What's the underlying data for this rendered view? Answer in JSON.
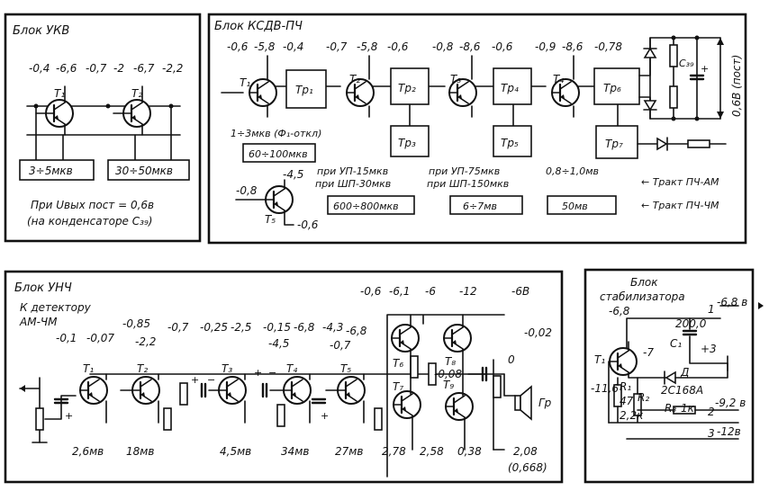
{
  "ukv": {
    "title": "Блок УКВ",
    "t1": {
      "name": "T₁",
      "voltages": [
        "-0,4",
        "-6,6",
        "-0,7"
      ]
    },
    "t2": {
      "name": "T₂",
      "voltages": [
        "-2",
        "-6,7",
        "-2,2"
      ]
    },
    "level1": "3÷5мкв",
    "level2": "30÷50мкв",
    "note1": "При Uвых пост = 0,6в",
    "note2": "(на конденсаторе C₃₉)"
  },
  "ksdv": {
    "title": "Блок КСДВ-ПЧ",
    "transistors": [
      {
        "name": "T₁",
        "voltages": [
          "-0,6",
          "-5,8",
          "-0,4"
        ]
      },
      {
        "name": "T₂",
        "voltages": [
          "-0,7",
          "-5,8",
          "-0,6"
        ]
      },
      {
        "name": "T₃",
        "voltages": [
          "-0,8",
          "-8,6",
          "-0,6"
        ]
      },
      {
        "name": "T₄",
        "voltages": [
          "-0,9",
          "-8,6",
          "-0,78"
        ]
      }
    ],
    "tr_labels": [
      "Тр₁",
      "Тр₂",
      "Тр₃",
      "Тр₄",
      "Тр₅",
      "Тр₆",
      "Тр₇"
    ],
    "cap_label": "C₃₉",
    "dc_label": "0,6В (пост)",
    "t1_input": "1÷3мкв (Ф₁-откл)",
    "t1_box": "60÷100мкв",
    "t2_note1": "при УП-15мкв",
    "t2_note2": "при ШП-30мкв",
    "t3_note1": "при УП-75мкв",
    "t3_note2": "при ШП-150мкв",
    "t4_note": "0,8÷1,0мв",
    "box2": "600÷800мкв",
    "box3": "6÷7мв",
    "box4": "50мв",
    "tract_am": "← Тракт ПЧ-АМ",
    "tract_fm": "← Тракт ПЧ-ЧМ",
    "t5": {
      "name": "T₅",
      "v_collector": "-4,5",
      "v_base": "-0,8",
      "v_emitter": "-0,6"
    }
  },
  "unch": {
    "title": "Блок УНЧ",
    "detector1": "К детектору",
    "detector2": "АМ-ЧМ",
    "transistors": [
      "T₁",
      "T₂",
      "T₃",
      "T₄",
      "T₅",
      "T₆",
      "T₇",
      "T₈",
      "T₉"
    ],
    "top_voltages": [
      "-0,1",
      "-0,07",
      "-0,85",
      "-0,7",
      "-0,25",
      "-2,5",
      "-0,15",
      "-6,8",
      "-4,3",
      "-6,8",
      "-0,6",
      "-6,1",
      "-6",
      "-12",
      "-6В"
    ],
    "mid_voltages": [
      "-2,2",
      "-4,5",
      "-0,7",
      "-0,08",
      "-0,02",
      "0"
    ],
    "bottom_levels": [
      "2,6мв",
      "18мв",
      "4,5мв",
      "34мв",
      "27мв",
      "2,78",
      "2,58",
      "0,38",
      "2,08",
      "(0,668)"
    ],
    "speaker": "Гр"
  },
  "stab": {
    "title1": "Блок",
    "title2": "стабилизатора",
    "t1": "T₁",
    "v_top": "-6,8",
    "v_mid": "-7",
    "v_left": "-11,6",
    "c1_value": "200,0",
    "c1_name": "C₁",
    "plus3": "+3",
    "r1": "R₁",
    "r1_val": "47",
    "r2": "R₂",
    "r2_val": "2,2к",
    "r3": "R₃",
    "r3_val": "1к",
    "diode": "Д",
    "diode_type": "2С168А",
    "out1_num": "1",
    "out1_v": "-6,8 в",
    "out2_num": "2",
    "out2_v": "-9,2 в",
    "out3_num": "3",
    "out3_v": "-12в"
  }
}
